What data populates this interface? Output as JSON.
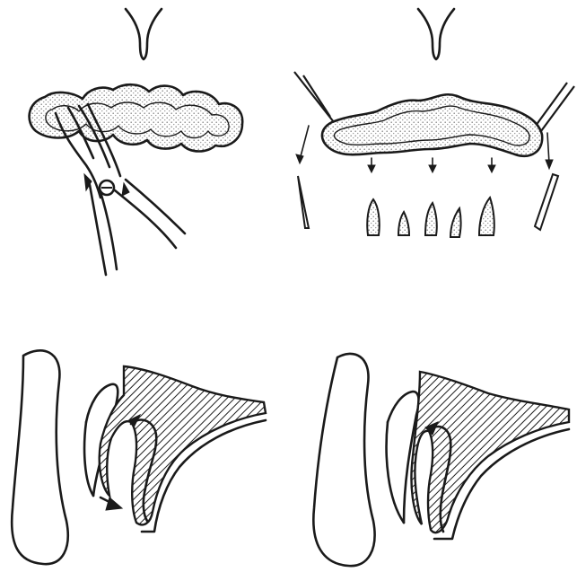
{
  "figure": {
    "panels": [
      {
        "id": "top-left",
        "shows": "pliers-compressing-stippled-wire-ring"
      },
      {
        "id": "top-right",
        "shows": "wire-ring-and-separated-tooth-fragments"
      },
      {
        "id": "bottom-left",
        "shows": "hatched-tissue-with-arrow"
      },
      {
        "id": "bottom-right",
        "shows": "hatched-tissue-closed"
      }
    ],
    "colors": {
      "ink": "#1a1a1a",
      "paper": "#ffffff",
      "stipple": "#9a9a9a"
    },
    "icons": [
      "pliers-icon",
      "arrow-icon",
      "hatched-tissue",
      "stippled-ring"
    ]
  }
}
